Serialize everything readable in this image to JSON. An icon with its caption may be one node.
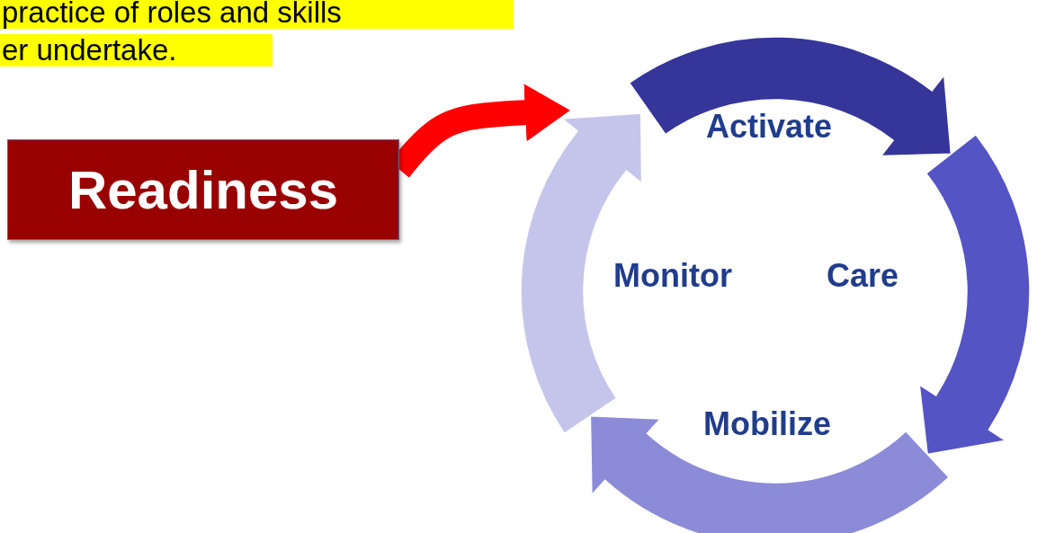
{
  "diagram": {
    "nodes": [
      {
        "text": [
          "Readiness"
        ]
      },
      {
        "text": [],
        "shape": "circle"
      }
    ],
    "edges": [
      {
        "from": 0,
        "to": 1,
        "arrow": "to"
      }
    ],
    "labels": [
      "practice of roles and skills",
      "er undertake.",
      "Activate",
      "Monitor",
      "Care",
      "Mobilize"
    ]
  }
}
